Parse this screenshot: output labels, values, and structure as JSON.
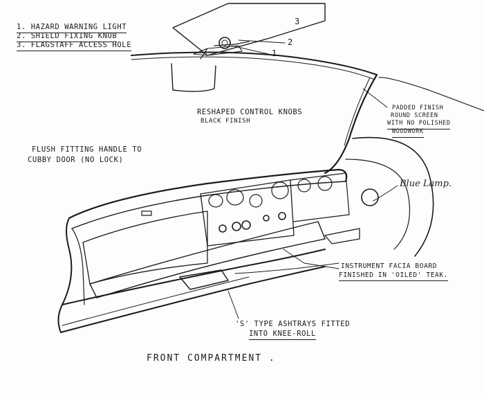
{
  "legend": {
    "items": [
      "1. Hazard warning light",
      "2. Shield fixing knob",
      "3. Flagstaff access hole"
    ]
  },
  "callout_numbers": {
    "n1": "1",
    "n2": "2",
    "n3": "3"
  },
  "annotations": {
    "reshaped_knobs_line1": "Reshaped control knobs",
    "reshaped_knobs_line2": "Black finish",
    "padded_line1": "Padded finish",
    "padded_line2": "round screen",
    "padded_line3": "with no polished",
    "padded_line4": "woodwork",
    "handle_line1": "Flush fitting handle to",
    "handle_line2": "cubby door (no lock)",
    "blue_lamp": "Blue Lamp.",
    "facia_line1": "Instrument facia board",
    "facia_line2": "finished in 'oiled' teak.",
    "ashtrays_line1": "'S' type ashtrays fitted",
    "ashtrays_line2": "into knee-roll"
  },
  "title": "Front compartment ."
}
